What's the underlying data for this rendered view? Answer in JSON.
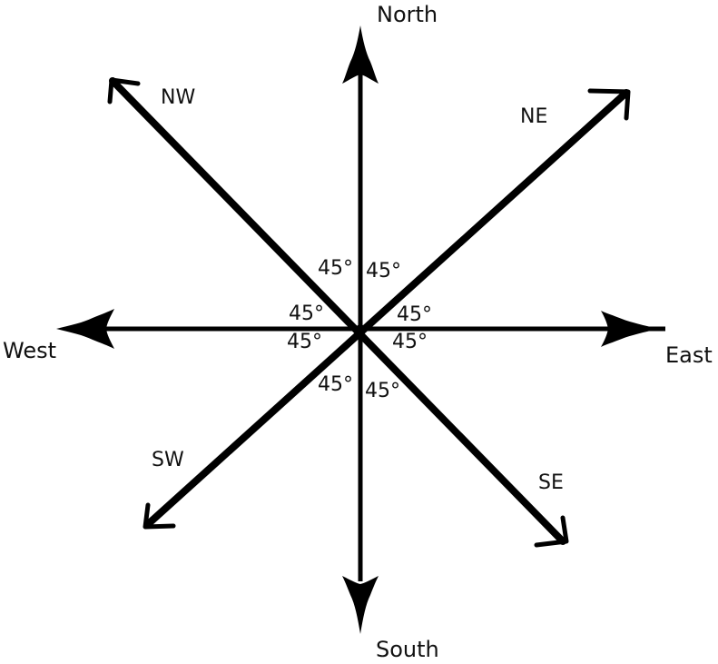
{
  "diagram": {
    "type": "compass-rose",
    "colors": {
      "stroke": "#000000",
      "text": "#111111",
      "background": "#ffffff"
    },
    "cardinal": {
      "north": "North",
      "south": "South",
      "east": "East",
      "west": "West"
    },
    "intercardinal": {
      "ne": "NE",
      "nw": "NW",
      "se": "SE",
      "sw": "SW"
    },
    "angles": [
      {
        "id": "nw-n",
        "label": "45°"
      },
      {
        "id": "n-ne",
        "label": "45°"
      },
      {
        "id": "w-nw",
        "label": "45°"
      },
      {
        "id": "ne-e",
        "label": "45°"
      },
      {
        "id": "sw-w",
        "label": "45°"
      },
      {
        "id": "e-se",
        "label": "45°"
      },
      {
        "id": "s-sw",
        "label": "45°"
      },
      {
        "id": "se-s",
        "label": "45°"
      }
    ]
  }
}
